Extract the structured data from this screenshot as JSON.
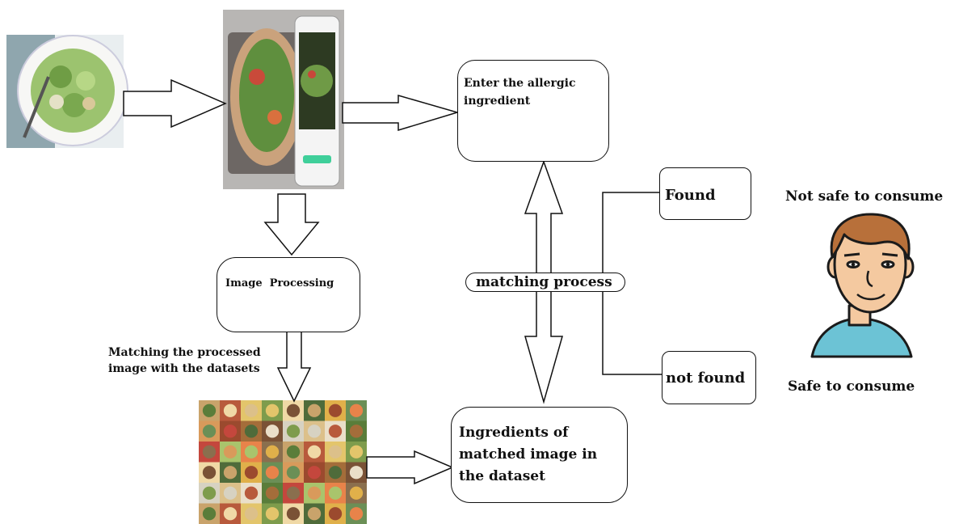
{
  "nodes": {
    "allergic_input": "Enter the allergic ingredient",
    "image_processing": "Image  Processing",
    "matched_ingredients": "Ingredients of matched image in the dataset",
    "found": "Found",
    "not_found": "not found"
  },
  "labels": {
    "matching_process": "matching process",
    "matching_datasets": "Matching the processed image with the datasets",
    "not_safe": "Not safe to consume",
    "safe": "Safe to consume"
  },
  "colors": {
    "line": "#111111",
    "skin": "#f4c9a0",
    "hair": "#b8703a",
    "shirt": "#6cc3d5",
    "salad_green": "#7db35a"
  },
  "icons": {
    "food_photo": "salad-plate-icon",
    "phone_capture": "phone-camera-icon",
    "dataset": "food-dataset-grid-icon",
    "person": "person-icon"
  }
}
